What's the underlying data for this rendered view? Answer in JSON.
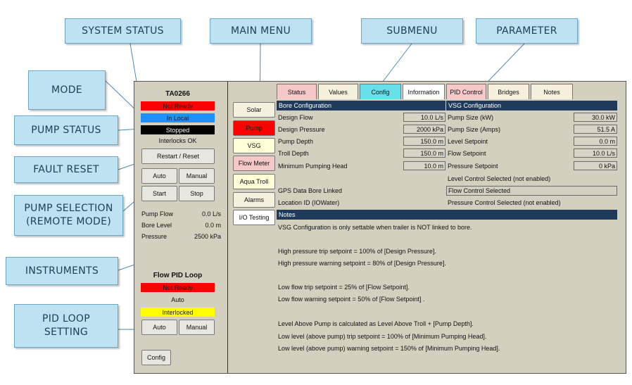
{
  "callouts": {
    "system_status": "SYSTEM STATUS",
    "main_menu": "MAIN MENU",
    "submenu": "SUBMENU",
    "parameter": "PARAMETER",
    "mode": "MODE",
    "pump_status": "PUMP STATUS",
    "fault_reset": "FAULT RESET",
    "pump_selection_1": "PUMP SELECTION",
    "pump_selection_2": "(REMOTE MODE)",
    "instruments": "INSTRUMENTS",
    "pid_loop_setting_1": "PID LOOP",
    "pid_loop_setting_2": "SETTING"
  },
  "left_panel": {
    "unit_id": "TA0266",
    "system_status": "Not Ready",
    "mode": "In Local",
    "pump_status": "Stopped",
    "interlocks": "Interlocks OK",
    "restart_reset": "Restart / Reset",
    "auto": "Auto",
    "manual": "Manual",
    "start": "Start",
    "stop": "Stop",
    "instruments": [
      {
        "label": "Pump Flow",
        "value": "0.0 L/s"
      },
      {
        "label": "Bore Level",
        "value": "0.0 m"
      },
      {
        "label": "Pressure",
        "value": "2500 kPa"
      }
    ],
    "pid_title": "Flow PID Loop",
    "pid_status": "Not Ready",
    "pid_mode": "Auto",
    "pid_interlock": "Interlocked",
    "pid_auto": "Auto",
    "pid_manual": "Manual",
    "config": "Config"
  },
  "colors": {
    "not_ready": "#ff0000",
    "in_local": "#1e90ff",
    "stopped": "#000000",
    "interlocked": "#ffff00",
    "tab_pink": "#f7c8c8",
    "tab_active": "#66e0e8",
    "header": "#1f3a5a"
  },
  "tabs": [
    {
      "label": "Status",
      "color": "pink"
    },
    {
      "label": "Values",
      "color": "light"
    },
    {
      "label": "Config",
      "color": "active"
    },
    {
      "label": "Information",
      "color": "white"
    },
    {
      "label": "PID Control",
      "color": "pink"
    },
    {
      "label": "Bridges",
      "color": "light"
    },
    {
      "label": "Notes",
      "color": "light"
    }
  ],
  "menu": [
    "Solar",
    "Pump",
    "VSG",
    "Flow Meter",
    "Aqua Troll",
    "Alarms",
    "I/O Testing"
  ],
  "bore_config": {
    "title": "Bore Configuration",
    "rows": [
      {
        "label": "Design Flow",
        "value": "10.0 L/s"
      },
      {
        "label": "Design Pressure",
        "value": "2000 kPa"
      },
      {
        "label": "Pump Depth",
        "value": "150.0 m"
      },
      {
        "label": "Troll Depth",
        "value": "150.0 m"
      },
      {
        "label": "Minimum Pumping Head",
        "value": "10.0 m"
      }
    ],
    "gps": "GPS Data Bore Linked",
    "location": "Location ID (IOWater)"
  },
  "vsg_config": {
    "title": "VSG Configuration",
    "rows": [
      {
        "label": "Pump Size (kW)",
        "value": "30.0 kW"
      },
      {
        "label": "Pump Size (Amps)",
        "value": "51.5 A"
      },
      {
        "label": "Level Setpoint",
        "value": "0.0 m"
      },
      {
        "label": "Flow Setpoint",
        "value": "10.0 L/s"
      },
      {
        "label": "Pressure Setpoint",
        "value": "0 kPa"
      }
    ],
    "level_control": "Level Control Selected (not enabled)",
    "flow_control": "Flow Control Selected",
    "pressure_control": "Pressure Control Selected (not enabled)"
  },
  "notes": {
    "title": "Notes",
    "lines": [
      "VSG Configuration is only settable when trailer is NOT linked to bore.",
      "High pressure trip setpoint = 100% of [Design Pressure].",
      "High pressure warning setpoint = 80% of [Design Pressure].",
      "Low flow trip setpoint = 25% of [Flow Setpoint].",
      "Low flow warning setpoint = 50% of [Flow Setpoint] .",
      "Level Above Pump is calculated as Level Above Troll + [Pump Depth].",
      "Low level (above pump) trip setpoint = 100% of [Minimum Pumping Head].",
      "Low level (above pump) warning setpoint = 150% of [Minimum Pumping Head]."
    ]
  }
}
